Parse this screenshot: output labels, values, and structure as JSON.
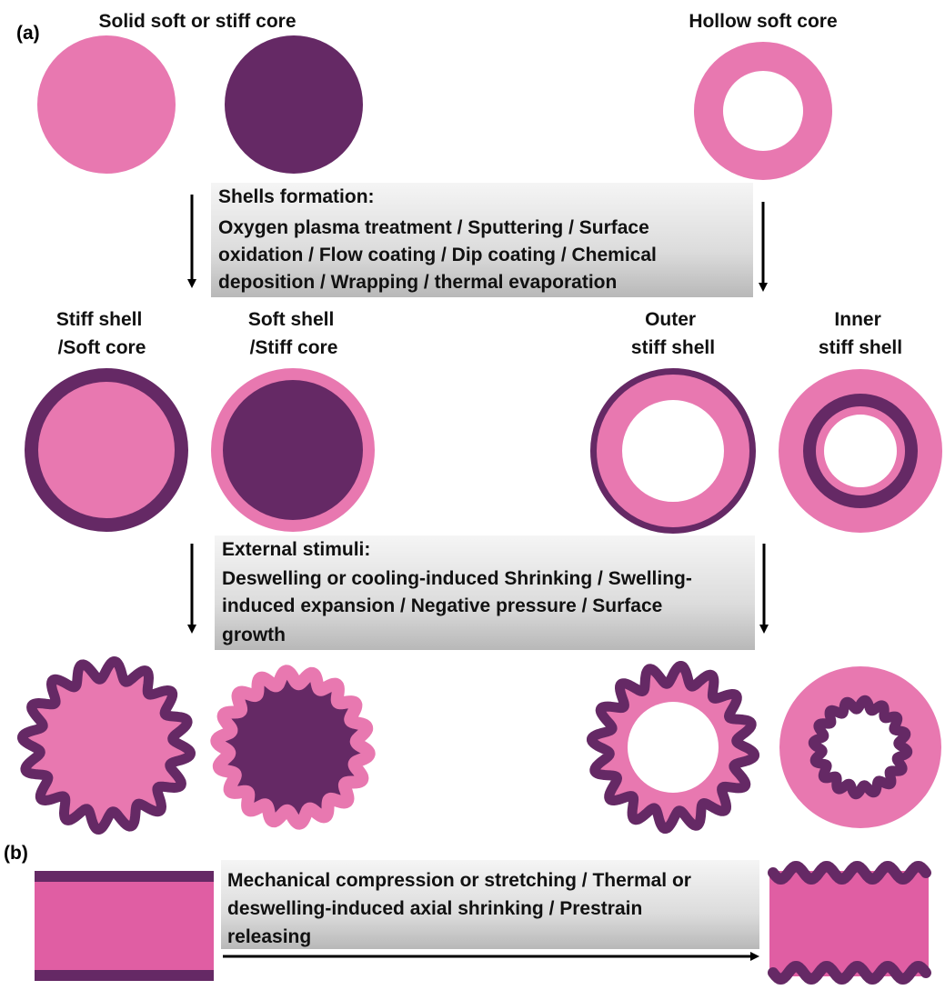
{
  "panels": {
    "a": "(a)",
    "b": "(b)"
  },
  "labels": {
    "solid_core": "Solid soft or stiff core",
    "hollow_core": "Hollow soft core",
    "stiff_shell_l1": "Stiff shell",
    "stiff_shell_l2": "/Soft core",
    "soft_shell_l1": "Soft shell",
    "soft_shell_l2": "/Stiff core",
    "outer_l1": "Outer",
    "outer_l2": "stiff shell",
    "inner_l1": "Inner",
    "inner_l2": "stiff shell"
  },
  "boxes": {
    "shells": [
      "Shells formation:",
      "Oxygen plasma treatment / Sputtering / Surface",
      "oxidation / Flow coating / Dip coating / Chemical",
      "deposition / Wrapping / thermal evaporation"
    ],
    "stimuli": [
      "External stimuli:",
      "Deswelling or cooling-induced Shrinking / Swelling-",
      "induced expansion / Negative pressure / Surface",
      "growth"
    ],
    "mechanical": [
      "Mechanical compression or stretching / Thermal or",
      "deswelling-induced  axial shrinking / Prestrain",
      "releasing"
    ]
  },
  "colors": {
    "soft": "#e878b0",
    "stiff": "#652965",
    "sheet": "#e05ea3",
    "arrow": "#000000"
  }
}
